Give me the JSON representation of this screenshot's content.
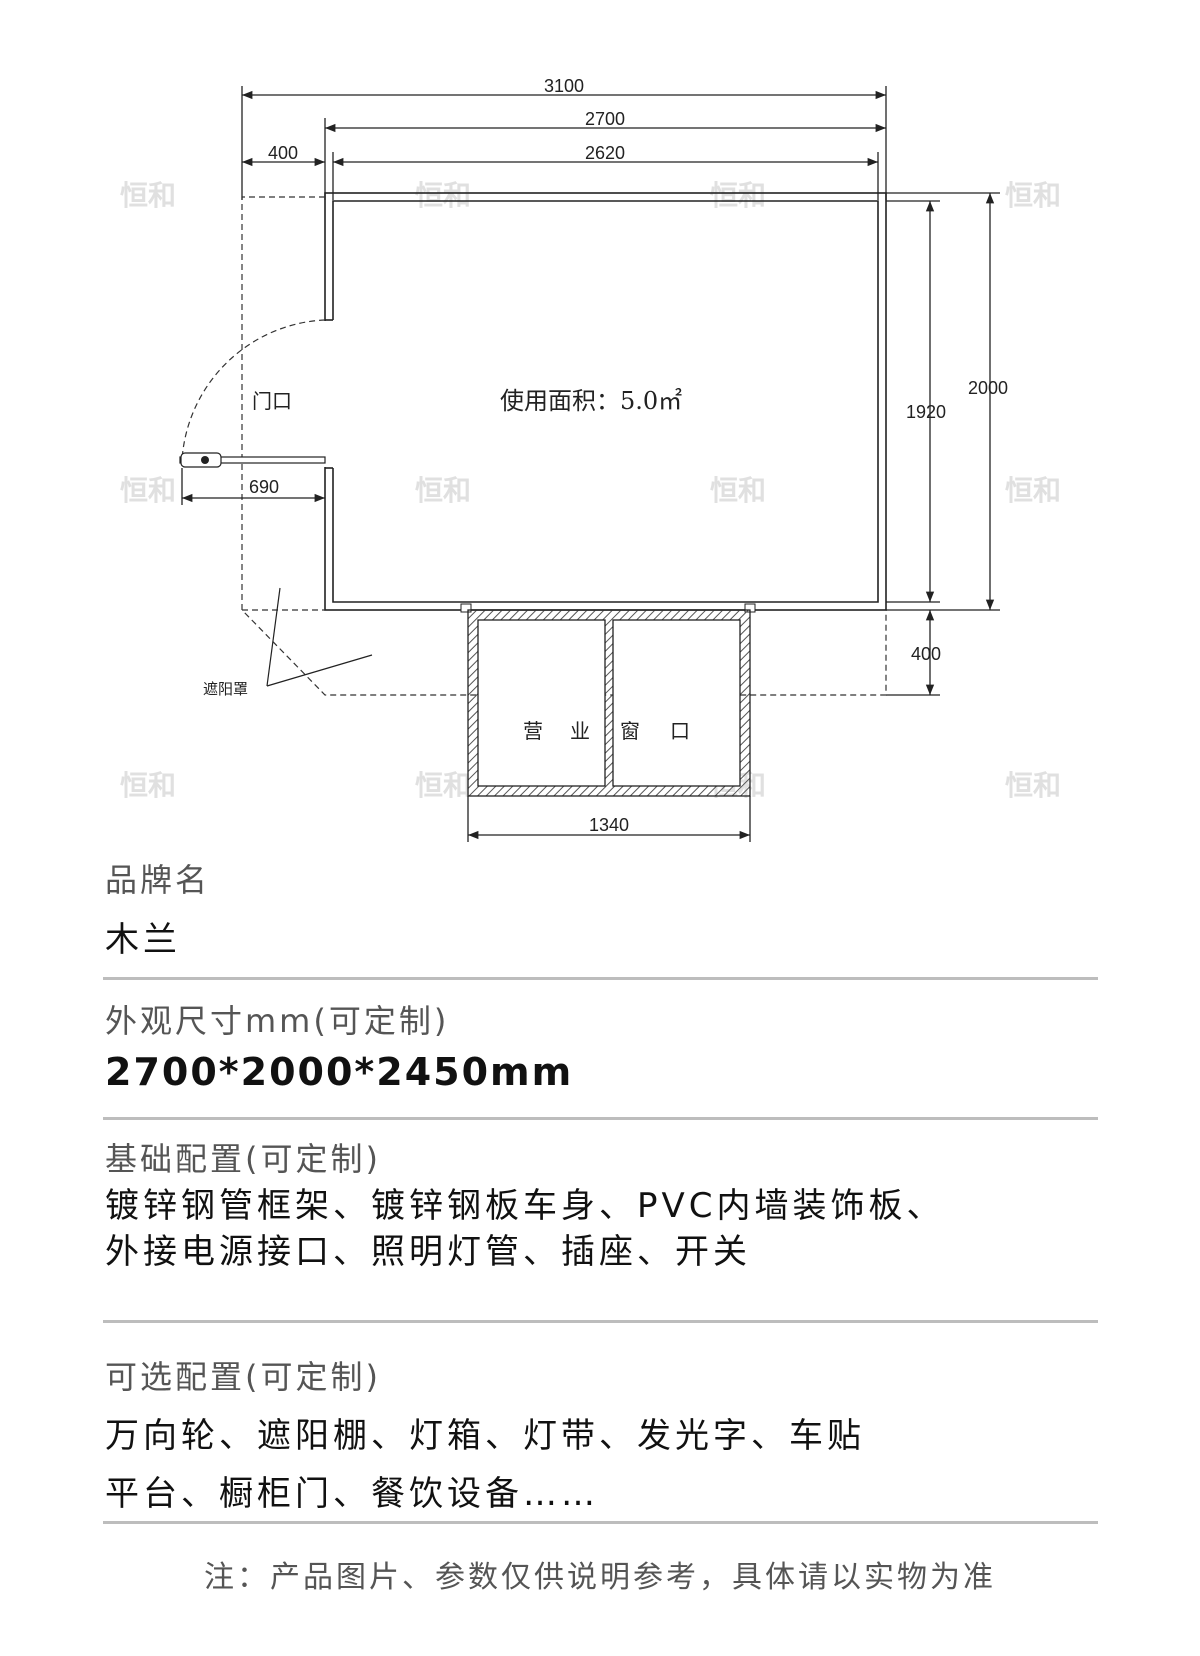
{
  "watermark": "恒和",
  "plan": {
    "dimensions": {
      "overall_length": "3100",
      "body_length": "2700",
      "inner_length": "2620",
      "awning_offset": "400",
      "door_width": "690",
      "inner_width": "1920",
      "overall_width": "2000",
      "front_awning": "400",
      "window_width": "1340"
    },
    "labels": {
      "door": "门口",
      "usable_area": "使用面积：5.0㎡",
      "sunshade": "遮阳罩",
      "window": [
        "营",
        "业",
        "窗",
        "口"
      ]
    }
  },
  "specs": {
    "brand_label": "品牌名",
    "brand_value": "木兰",
    "size_label": "外观尺寸mm(可定制)",
    "size_value": "2700*2000*2450mm",
    "basic_label": "基础配置(可定制)",
    "basic_lines": [
      "镀锌钢管框架、镀锌钢板车身、PVC内墙装饰板、",
      "外接电源接口、照明灯管、插座、开关"
    ],
    "optional_label": "可选配置(可定制)",
    "optional_lines": [
      "万向轮、遮阳棚、灯箱、灯带、发光字、车贴",
      "平台、橱柜门、餐饮设备……"
    ]
  },
  "note": "注：产品图片、参数仅供说明参考，具体请以实物为准"
}
